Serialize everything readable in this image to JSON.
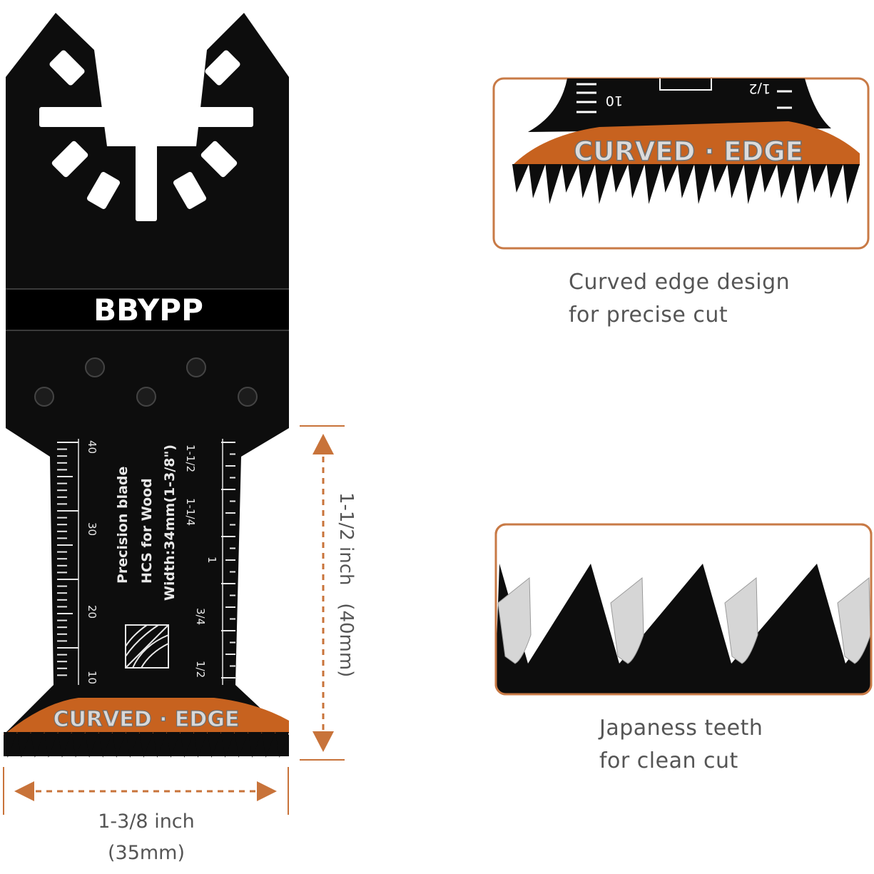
{
  "brand": "BBYPP",
  "blade": {
    "spec_lines": [
      "Precision blade",
      "HCS for Wood",
      "Width:34mm(1-3/8\")"
    ],
    "mm_scale_labels": [
      "40",
      "30",
      "20",
      "10"
    ],
    "inch_scale_labels": [
      "1-1/2",
      "1-1/4",
      "1",
      "3/4",
      "1/2"
    ],
    "edge_band_text": "CURVED · EDGE"
  },
  "dimensions": {
    "length_label": "1-1/2 inch   (40mm)",
    "width_label_line1": "1-3/8 inch",
    "width_label_line2": "(35mm)"
  },
  "features": [
    {
      "zoom_band_text": "CURVED · EDGE",
      "zoom_mm_label": "10",
      "zoom_inch_label": "1/2",
      "caption_line1": "Curved edge design",
      "caption_line2": "for precise cut"
    },
    {
      "caption_line1": "Japaness teeth",
      "caption_line2": "for clean cut"
    }
  ],
  "colors": {
    "blade": "#0d0d0d",
    "accent_orange": "#c7621f",
    "frame_orange": "#c87a46",
    "dimension_orange": "#c8733a",
    "caption_gray": "#555555"
  }
}
